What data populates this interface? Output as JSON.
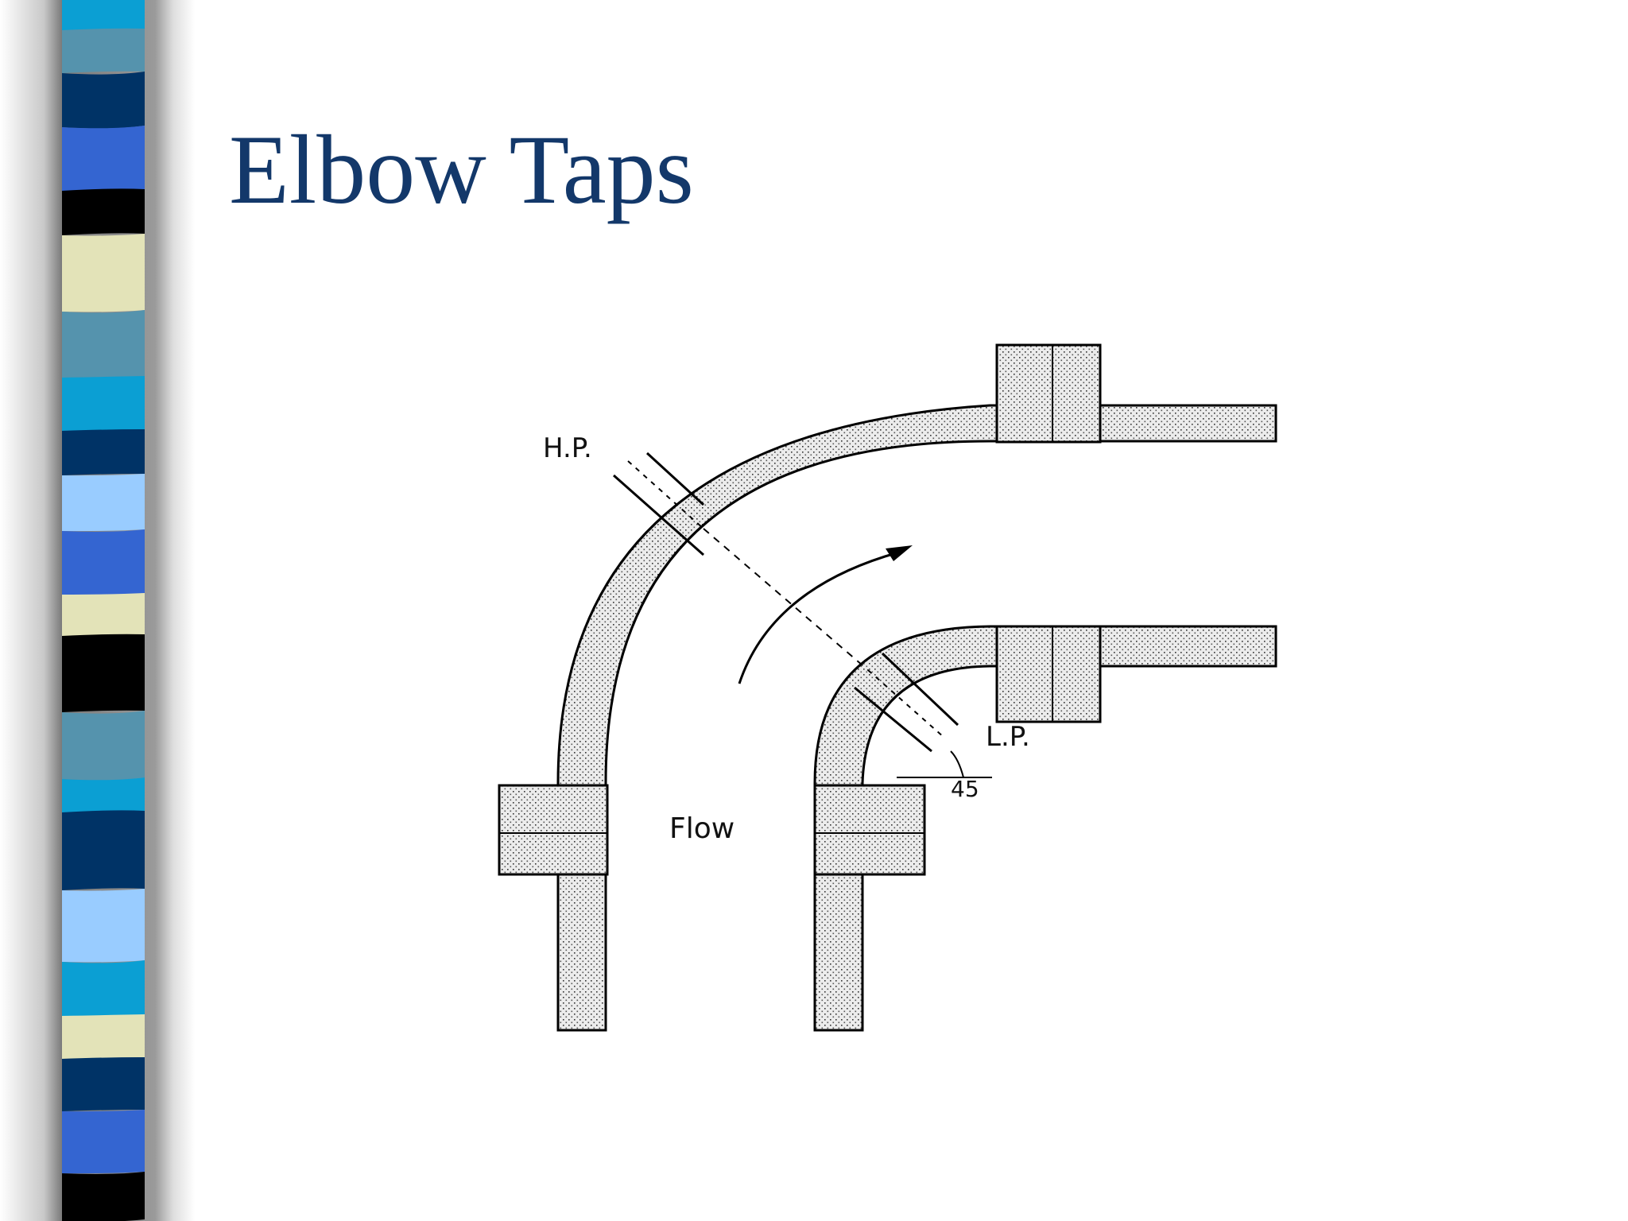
{
  "slide": {
    "title": "Elbow Taps"
  },
  "diagram": {
    "labels": {
      "high_pressure": "H.P.",
      "low_pressure": "L.P.",
      "flow": "Flow",
      "angle": "45"
    }
  },
  "colors": {
    "title": "#13386a",
    "pipe_fill": "#ececec",
    "pipe_outline": "#000000",
    "stripe_palette": [
      "#0b9fd3",
      "#5593ad",
      "#003366",
      "#3465d1",
      "#000000",
      "#e3e3b8",
      "#99ccff"
    ]
  }
}
